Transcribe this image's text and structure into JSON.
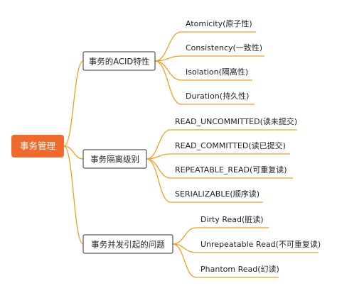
{
  "root": {
    "label": "事务管理"
  },
  "branches": [
    {
      "label": "事务的ACID特性",
      "leaves": [
        "Atomicity(原子性)",
        "Consistency(一致性)",
        "Isolation(隔离性)",
        "Duration(持久性)"
      ]
    },
    {
      "label": "事务隔离级别",
      "leaves": [
        "READ_UNCOMMITTED(读未提交)",
        "READ_COMMITTED(读已提交)",
        "REPEATABLE_READ(可重复读)",
        "SERIALIZABLE(顺序读)"
      ]
    },
    {
      "label": "事务并发引起的问题",
      "leaves": [
        "Dirty Read(脏读)",
        "Unrepeatable Read(不可重复读)",
        "Phantom Read(幻读)"
      ]
    }
  ],
  "colors": {
    "root_fill": "#f06a2c",
    "connector": "#f0a020",
    "branch_border": "#333333"
  }
}
